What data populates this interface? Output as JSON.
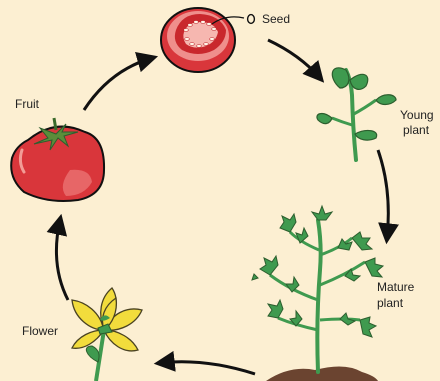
{
  "labels": {
    "seed": "Seed",
    "young_plant_line1": "Young",
    "young_plant_line2": "plant",
    "mature_plant_line1": "Mature",
    "mature_plant_line2": "plant",
    "flower": "Flower",
    "fruit": "Fruit"
  },
  "colors": {
    "background": "#fcefd2",
    "tomato_red": "#d9363b",
    "tomato_highlight": "#ec7a7b",
    "leaf_green": "#3f9a4f",
    "leaf_dark": "#2c5e2e",
    "flower_yellow": "#f2dc3c",
    "soil": "#6b4430",
    "arrow": "#111111"
  },
  "stages": [
    "seed",
    "young-plant",
    "mature-plant",
    "flower",
    "fruit"
  ]
}
